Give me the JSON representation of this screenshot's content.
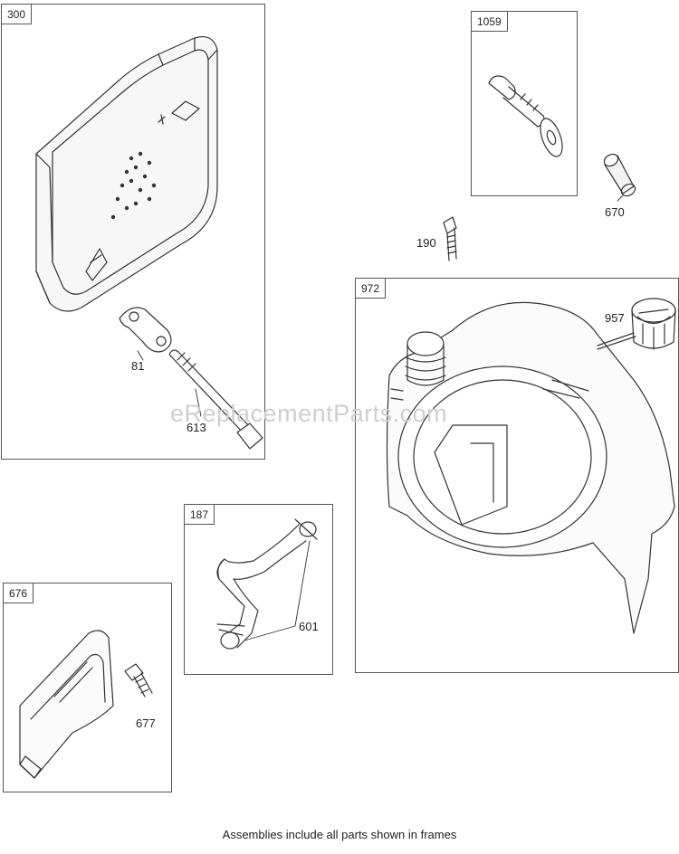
{
  "frames": [
    {
      "id": "muffler",
      "tag": "300"
    },
    {
      "id": "hardware",
      "tag": "1059"
    },
    {
      "id": "blower-housing",
      "tag": "972"
    },
    {
      "id": "breather-tube",
      "tag": "187"
    },
    {
      "id": "muffler-guard",
      "tag": "676"
    }
  ],
  "callouts": {
    "gasket": "81",
    "muffler_screw": "613",
    "spacer": "670",
    "screw_190": "190",
    "spark_plug_boot": "957",
    "clamp": "601",
    "guard_screw": "677"
  },
  "watermark": "eReplacementParts.com",
  "footer": "Assemblies include all parts shown in frames"
}
